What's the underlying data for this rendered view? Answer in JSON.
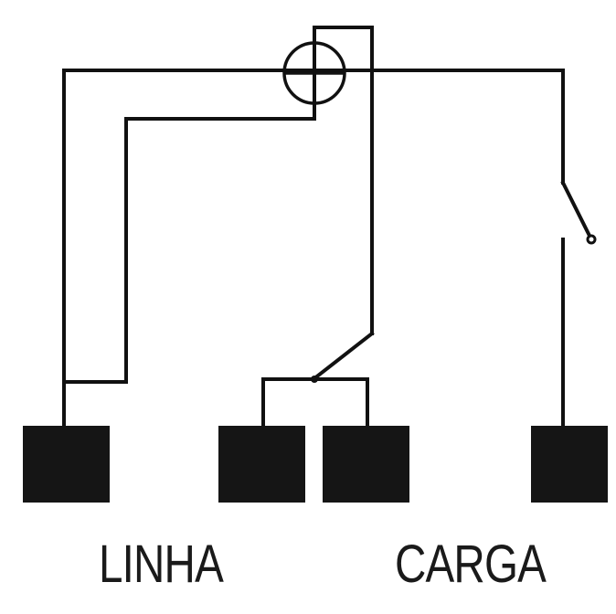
{
  "labels": {
    "line": "LINHA",
    "load": "CARGA"
  },
  "colors": {
    "wire": "#111111",
    "terminal": "#151515",
    "background": "#ffffff",
    "text": "#1a1a1a"
  },
  "components": {
    "terminals": [
      "line-terminal",
      "load-terminal-1",
      "load-terminal-2",
      "load-terminal-3"
    ],
    "symbols": [
      "crossed-circle-lamp",
      "switch-left",
      "switch-right"
    ]
  }
}
